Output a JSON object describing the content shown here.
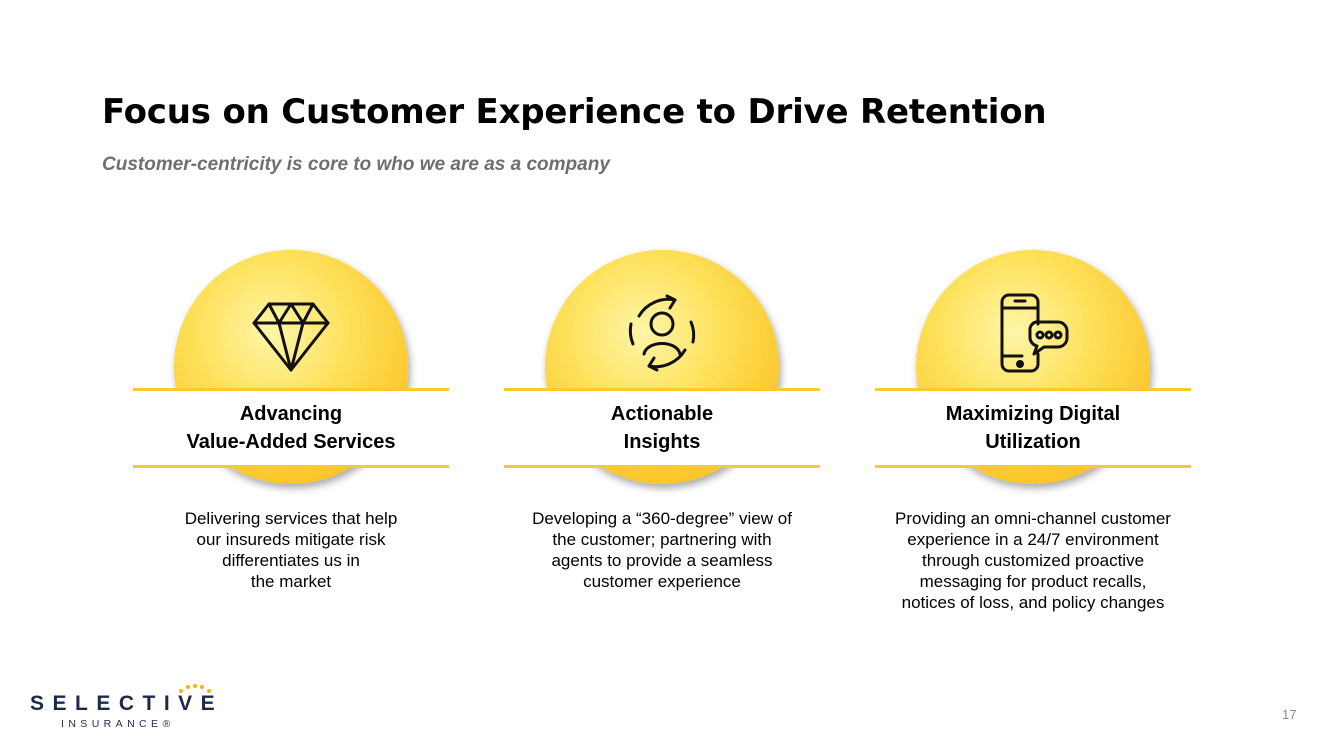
{
  "title": "Focus on Customer Experience to Drive Retention",
  "subtitle": "Customer-centricity is core to who we are as a company",
  "accent_color": "#FCCA2F",
  "cards": [
    {
      "icon": "diamond-icon",
      "heading": [
        "Advancing",
        "Value-Added Services"
      ],
      "description": [
        "Delivering services that help",
        "our insureds mitigate risk",
        "differentiates us in",
        "the market"
      ]
    },
    {
      "icon": "customer-insight-icon",
      "heading": [
        "Actionable",
        "Insights"
      ],
      "description": [
        "Developing a “360-degree” view of",
        "the customer; partnering with",
        "agents to provide a seamless",
        "customer experience"
      ]
    },
    {
      "icon": "mobile-chat-icon",
      "heading": [
        "Maximizing Digital",
        "Utilization"
      ],
      "description": [
        "Providing an omni-channel customer",
        "experience in a 24/7 environment",
        "through customized proactive",
        "messaging for product recalls,",
        "notices of loss, and policy changes"
      ]
    }
  ],
  "logo": {
    "name": "SELECTIVE",
    "sub": "INSURANCE®"
  },
  "page_number": "17"
}
